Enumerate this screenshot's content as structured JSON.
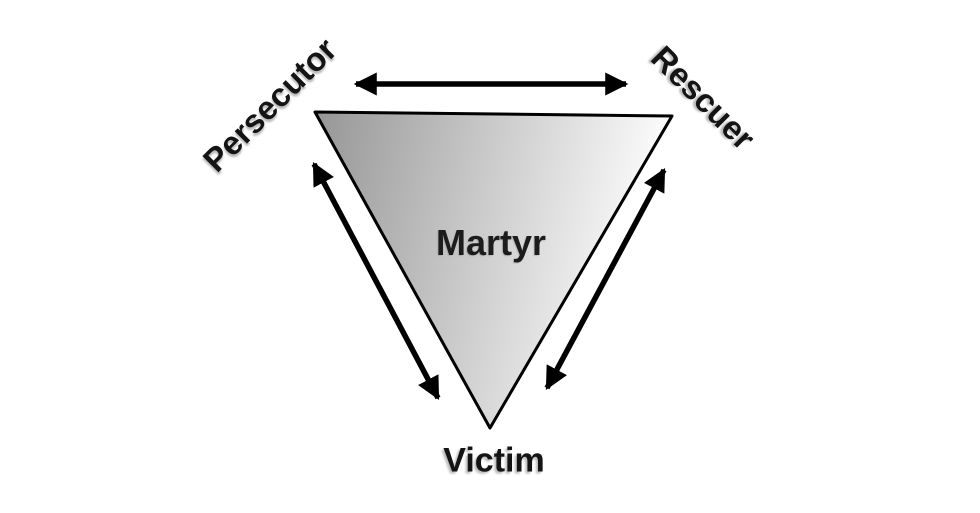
{
  "diagram": {
    "name": "drama-triangle",
    "center_label": "Martyr",
    "corner_labels": {
      "top_left": "Persecutor",
      "top_right": "Rescuer",
      "bottom": "Victim"
    },
    "colors": {
      "background": "#ffffff",
      "line": "#000000",
      "text": "#141414",
      "triangle_gradient_start": "#969696",
      "triangle_gradient_end": "#ffffff"
    },
    "arrows": [
      {
        "name": "persecutor-rescuer",
        "type": "double-headed"
      },
      {
        "name": "persecutor-victim",
        "type": "double-headed"
      },
      {
        "name": "rescuer-victim",
        "type": "double-headed"
      }
    ]
  }
}
